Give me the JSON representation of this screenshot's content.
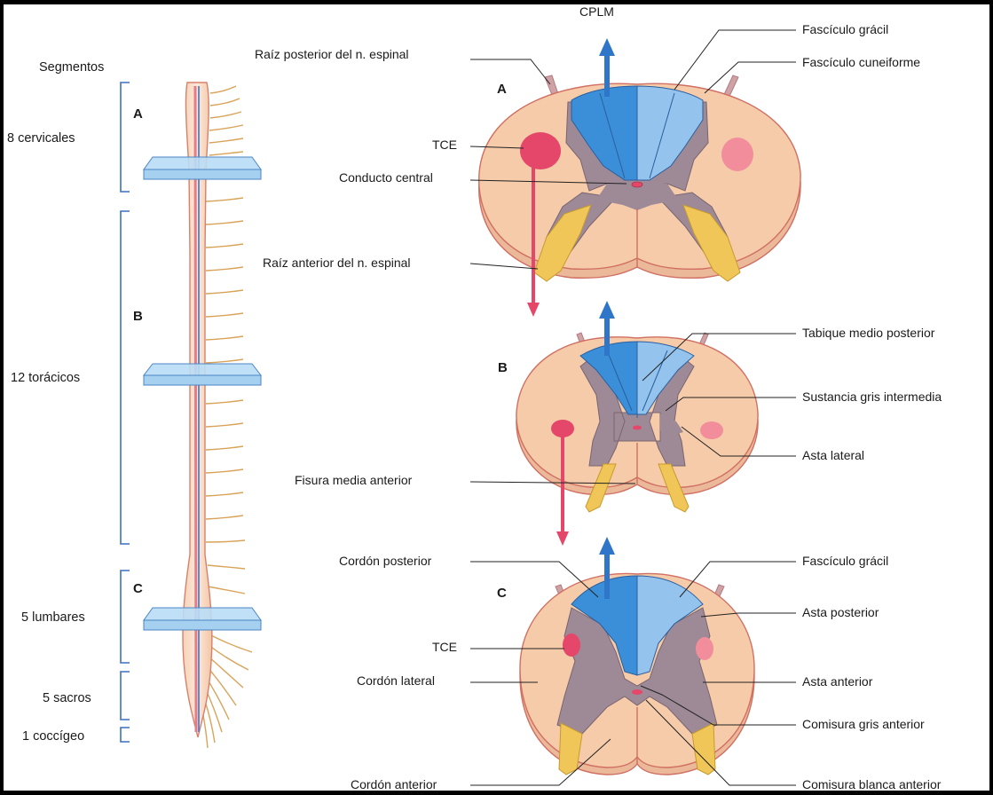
{
  "segments": {
    "header": "Segmentos",
    "cervical": "8 cervicales",
    "thoracic": "12 torácicos",
    "lumbar": "5 lumbares",
    "sacral": "5 sacros",
    "coccygeal": "1 coccígeo"
  },
  "section_letters": {
    "a": "A",
    "b": "B",
    "c": "C"
  },
  "labels": {
    "cplm": "CPLM",
    "raiz_posterior": "Raíz posterior del n. espinal",
    "fasciculo_gracil_a": "Fascículo grácil",
    "fasciculo_cuneiforme": "Fascículo cuneiforme",
    "tce_a": "TCE",
    "conducto_central": "Conducto central",
    "raiz_anterior": "Raíz anterior del n. espinal",
    "tabique_medio_posterior": "Tabique medio posterior",
    "sustancia_gris_intermedia": "Sustancia gris intermedia",
    "asta_lateral": "Asta lateral",
    "fisura_media_anterior": "Fisura media anterior",
    "cordon_posterior": "Cordón posterior",
    "fasciculo_gracil_c": "Fascículo grácil",
    "asta_posterior": "Asta posterior",
    "tce_c": "TCE",
    "cordon_lateral": "Cordón lateral",
    "asta_anterior": "Asta anterior",
    "comisura_gris_anterior": "Comisura gris anterior",
    "cordon_anterior": "Cordón anterior",
    "comisura_blanca_anterior": "Comisura blanca anterior"
  },
  "colors": {
    "white_matter": "#f5cbaa",
    "white_matter_outline": "#d97a6a",
    "gray_matter": "#9d8a96",
    "fasciculus_gracilis": "#3a8fd8",
    "fasciculus_cuneatus": "#94c3ee",
    "spinothalamic_tract": "#e5476a",
    "ventral_root": "#f0c658",
    "ascending_arrow": "#2f76c8",
    "descending_arrow": "#e5476a",
    "bracket": "#3b6fc4"
  }
}
